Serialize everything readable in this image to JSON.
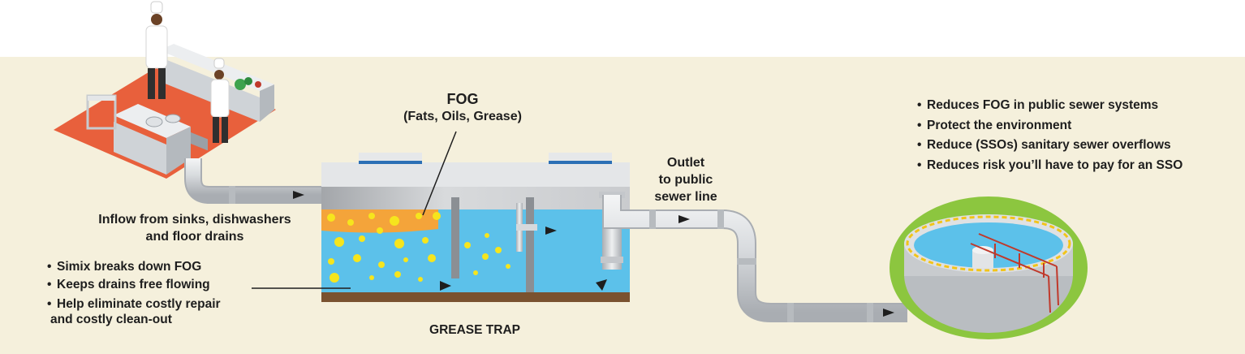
{
  "fog_label": {
    "title": "FOG",
    "subtitle": "(Fats, Oils, Grease)"
  },
  "outlet_label": [
    "Outlet",
    "to public",
    "sewer line"
  ],
  "inflow_label": [
    "Inflow from sinks, dishwashers",
    "and floor drains"
  ],
  "trap_label": "GREASE TRAP",
  "left_bullets": [
    {
      "text": "Simix breaks down FOG"
    },
    {
      "text": "Keeps drains free flowing"
    },
    {
      "text": "Help eliminate costly repair",
      "cont": "and costly clean-out"
    }
  ],
  "right_bullets": [
    "Reduces FOG in public sewer systems",
    "Protect the environment",
    "Reduce (SSOs) sanitary sewer overflows",
    "Reduces risk you’ll have to pay for an SSO"
  ],
  "bullet_char": "•",
  "colors": {
    "band": "#f5f0dc",
    "floor": "#e8603c",
    "water": "#5cc1ea",
    "fog_layer": "#f4a43a",
    "fog_bubble": "#f6e51d",
    "sludge": "#7a5230",
    "pipe": "#d6d9dc",
    "lid": "#2b6fb5",
    "lawn": "#8cc63f",
    "rail": "#c0392b"
  }
}
